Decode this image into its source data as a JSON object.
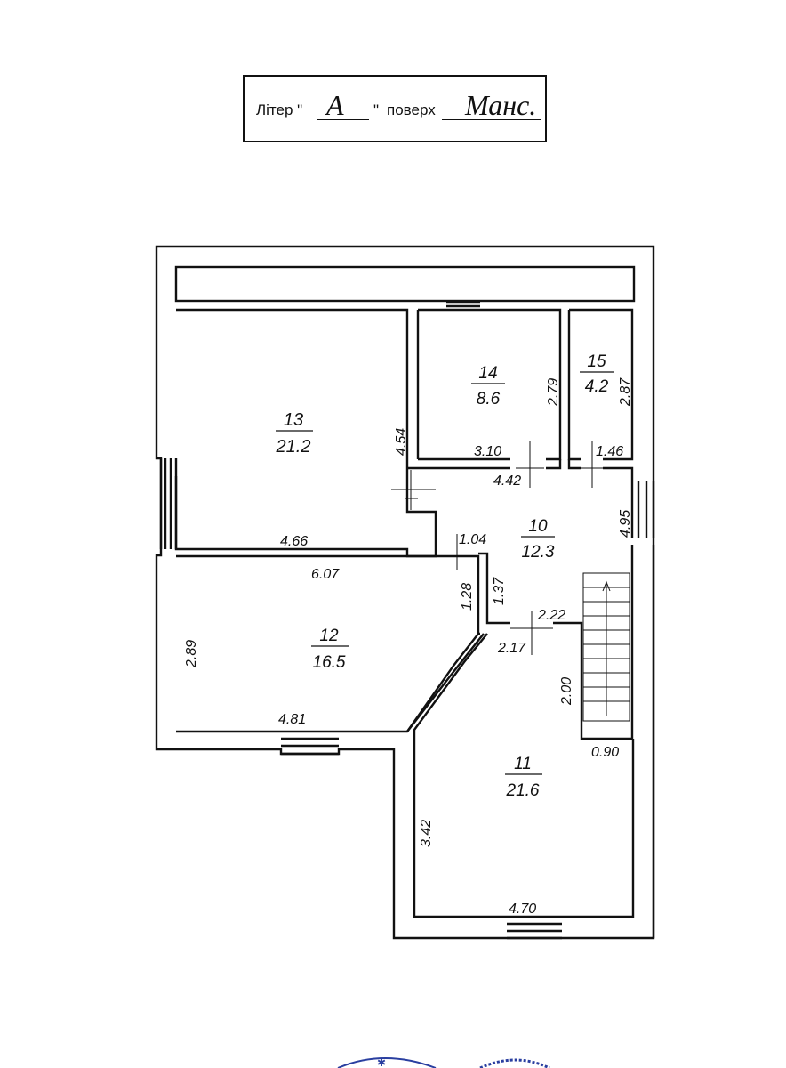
{
  "header": {
    "liter_label": "Літер \"",
    "liter_close": "\"",
    "liter_value": "А",
    "floor_label": "поверх",
    "floor_value": "Манс."
  },
  "rooms": [
    {
      "id": "13",
      "number": "13",
      "area": "21.2"
    },
    {
      "id": "14",
      "number": "14",
      "area": "8.6"
    },
    {
      "id": "15",
      "number": "15",
      "area": "4.2"
    },
    {
      "id": "10",
      "number": "10",
      "area": "12.3"
    },
    {
      "id": "12",
      "number": "12",
      "area": "16.5"
    },
    {
      "id": "11",
      "number": "11",
      "area": "21.6"
    }
  ],
  "dimensions": {
    "d454": "4.54",
    "d279": "2.79",
    "d287": "2.87",
    "d310": "3.10",
    "d146": "1.46",
    "d442": "4.42",
    "d495": "4.95",
    "d466": "4.66",
    "d104": "1.04",
    "d607": "6.07",
    "d128": "1.28",
    "d137": "1.37",
    "d222": "2.22",
    "d217": "2.17",
    "d289": "2.89",
    "d200": "2.00",
    "d481": "4.81",
    "d090": "0.90",
    "d342": "3.42",
    "d470": "4.70"
  }
}
